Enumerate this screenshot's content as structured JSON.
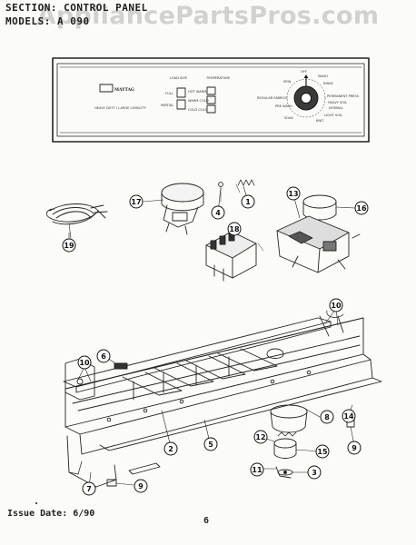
{
  "header": {
    "section_line": "SECTION: CONTROL PANEL",
    "models_line": "MODELS: A 090"
  },
  "watermark": "AppliancePartsPros.com",
  "footer": {
    "issue": "Issue Date: 6/90",
    "page": "6"
  },
  "panel": {
    "brand": "MAYTAG",
    "model_text": "HEAVY DUTY / LARGE CAPACITY",
    "label_load_size": "LOAD SIZE",
    "label_temperature": "TEMPERATURE",
    "btn_full": "FULL",
    "btn_partial": "PARTIAL",
    "btn_hot_warm": "HOT WARM",
    "btn_warm_cold": "WARM COLD",
    "btn_cold_cold": "COLD COLD",
    "label_regular_fabrics": "REGULAR FABRICS",
    "label_permanent_press": "PERMANENT PRESS",
    "label_spin": "SPIN",
    "label_wash": "WASH",
    "label_off": "OFF",
    "label_rinse": "RINSE",
    "label_pre_wash": "PRE-WASH",
    "label_soak": "SOAK",
    "label_heavy_soil": "HEAVY SOIL",
    "label_normal": "NORMAL",
    "label_light_soil": "LIGHT SOIL",
    "label_knit": "KNIT"
  },
  "callouts": [
    {
      "id": "1"
    },
    {
      "id": "4"
    },
    {
      "id": "13"
    },
    {
      "id": "16"
    },
    {
      "id": "17"
    },
    {
      "id": "18"
    },
    {
      "id": "19"
    },
    {
      "id": "10"
    },
    {
      "id": "6"
    },
    {
      "id": "10"
    },
    {
      "id": "8"
    },
    {
      "id": "14"
    },
    {
      "id": "12"
    },
    {
      "id": "2"
    },
    {
      "id": "5"
    },
    {
      "id": "15"
    },
    {
      "id": "9"
    },
    {
      "id": "11"
    },
    {
      "id": "3"
    },
    {
      "id": "7"
    },
    {
      "id": "9"
    }
  ]
}
